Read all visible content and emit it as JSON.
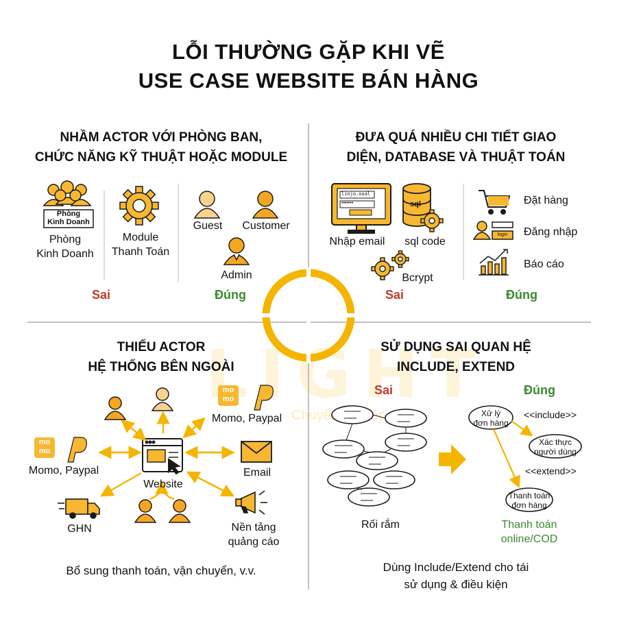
{
  "title_line1": "LỖI THƯỜNG GẶP KHI VẼ",
  "title_line2": "USE CASE WEBSITE BÁN HÀNG",
  "watermark": "LIGHT",
  "watermark_sub": "Chuyên Nghiệp",
  "q1": {
    "title_line1": "NHẦM ACTOR VỚI PHÒNG BAN,",
    "title_line2": "CHỨC NĂNG KỸ THUẬT HOẶC MODULE",
    "sign_line1": "Phòng",
    "sign_line2": "Kinh Doanh",
    "label_dept_line1": "Phòng",
    "label_dept_line2": "Kinh Doanh",
    "label_module_line1": "Module",
    "label_module_line2": "Thanh Toán",
    "label_guest": "Guest",
    "label_customer": "Customer",
    "label_admin": "Admin",
    "wrong": "Sai",
    "right": "Đúng"
  },
  "q2": {
    "title_line1": "ĐƯA QUÁ NHIỀU CHI TIẾT GIAO",
    "title_line2": "DIỆN, DATABASE VÀ THUẬT TOÁN",
    "screen_field": "linjo.ooal",
    "screen_pass": "•••••••",
    "db_text": "sql",
    "label_email": "Nhập email",
    "label_sql": "sql code",
    "label_bcrypt": "Bcrypt",
    "login_btn": "login",
    "label_order": "Đặt hàng",
    "label_login": "Đăng nhập",
    "label_report": "Báo cáo",
    "wrong": "Sai",
    "right": "Đúng"
  },
  "q3": {
    "title_line1": "THIẾU ACTOR",
    "title_line2": "HỆ THỐNG BÊN NGOÀI",
    "momo1": "mo",
    "momo2": "mo",
    "label_momo_top": "Momo, Paypal",
    "label_momo_left": "Momo, Paypal",
    "label_website": "Website",
    "label_email": "Email",
    "label_ghn": "GHN",
    "label_ads_line1": "Nền tảng",
    "label_ads_line2": "quảng cáo",
    "caption": "Bổ sung thanh toán, vận chuyển, v.v."
  },
  "q4": {
    "title_line1": "SỬ DỤNG SAI QUAN HỆ",
    "title_line2": "INCLUDE, EXTEND",
    "wrong": "Sai",
    "right": "Đúng",
    "label_messy": "Rối rắm",
    "uc_process_line1": "Xử lý",
    "uc_process_line2": "đơn hàng",
    "uc_auth_line1": "Xác thực",
    "uc_auth_line2": "người dùng",
    "uc_pay_line1": "Thanh toán",
    "uc_pay_line2": "đơn hàng",
    "rel_include": "<<include>>",
    "rel_extend": "<<extend>>",
    "label_pay_opt_line1": "Thanh toán",
    "label_pay_opt_line2": "online/COD",
    "caption_line1": "Dùng Include/Extend cho tái",
    "caption_line2": "sử dụng & điều kiện"
  },
  "colors": {
    "accent": "#f5b400",
    "icon_fill": "#f7b731",
    "icon_stroke": "#1a1a1a",
    "wrong": "#c0392b",
    "right": "#3a8a2e",
    "divider": "#9a9a9a"
  }
}
